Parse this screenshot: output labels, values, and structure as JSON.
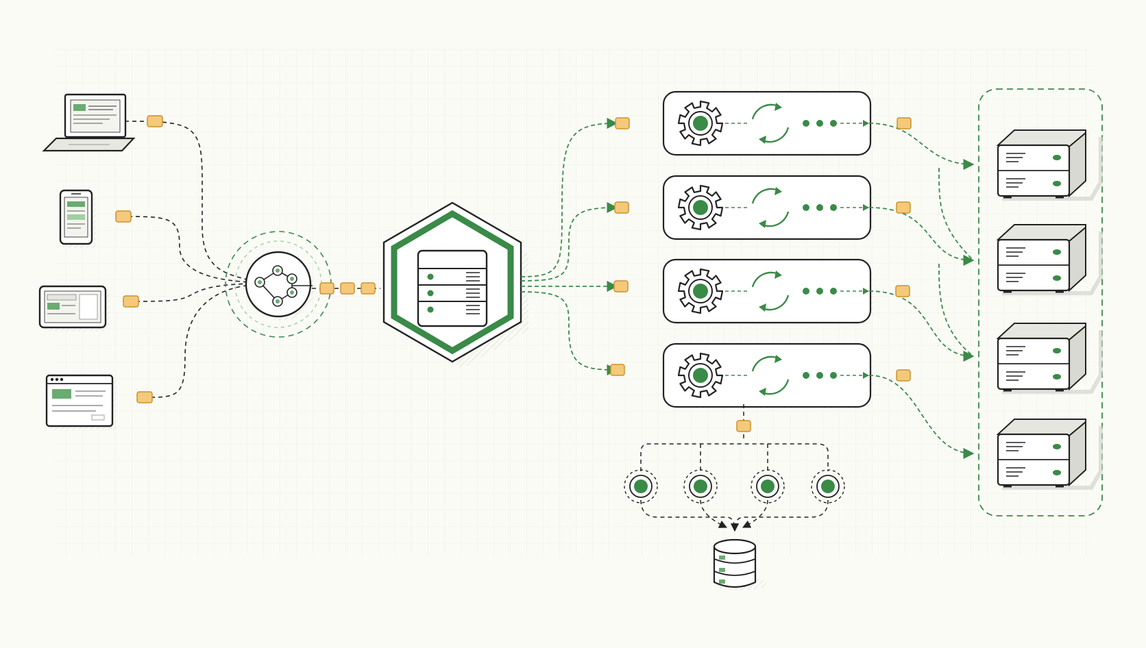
{
  "diagram": {
    "kind": "architecture-flow",
    "colors": {
      "background": "#fbfbf6",
      "ink": "#222222",
      "accent_green": "#3a8a48",
      "accent_green_light": "#9fcfa3",
      "packet_fill": "#f5c97a",
      "packet_stroke": "#c9922e",
      "device_screen": "#ffffff",
      "server_fill": "#eeeeea"
    },
    "clients": [
      {
        "name": "laptop",
        "icon": "laptop-icon"
      },
      {
        "name": "smartphone",
        "icon": "smartphone-icon"
      },
      {
        "name": "tablet",
        "icon": "tablet-icon"
      },
      {
        "name": "browser-window",
        "icon": "browser-window-icon"
      }
    ],
    "router": {
      "icon": "network-hub-icon"
    },
    "central": {
      "icon": "server-rack-icon",
      "shape": "hexagon"
    },
    "workers": [
      {
        "icons": [
          "gear-icon",
          "refresh-cycle-icon",
          "ellipsis-icon"
        ]
      },
      {
        "icons": [
          "gear-icon",
          "refresh-cycle-icon",
          "ellipsis-icon"
        ]
      },
      {
        "icons": [
          "gear-icon",
          "refresh-cycle-icon",
          "ellipsis-icon"
        ]
      },
      {
        "icons": [
          "gear-icon",
          "refresh-cycle-icon",
          "ellipsis-icon"
        ]
      }
    ],
    "targets": {
      "group": "dashed-container",
      "servers": 4,
      "icon": "storage-server-icon"
    },
    "sub_nodes": 4,
    "database": {
      "icon": "database-cylinder-icon"
    }
  }
}
